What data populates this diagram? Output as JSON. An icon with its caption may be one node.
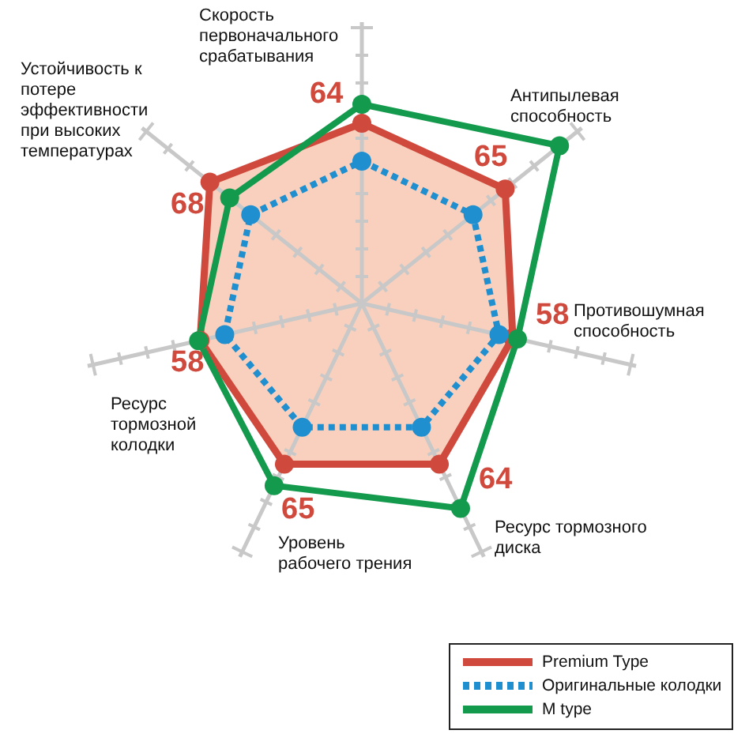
{
  "diagram": {
    "labels": [
      "Скорость первоначального срабатывания",
      "64",
      "Антипылевая способность",
      "65",
      "Противошумная способность",
      "58",
      "Ресурс тормозного диска",
      "64",
      "Уровень рабочего трения",
      "65",
      "Ресурс тормозной колодки",
      "58",
      "Устойчивость к потере эффективности при высоких температурах",
      "68"
    ],
    "legend": [
      {
        "text": "Premium Type"
      },
      {
        "text": "Оригинальные колодки"
      },
      {
        "text": "M type"
      }
    ]
  }
}
